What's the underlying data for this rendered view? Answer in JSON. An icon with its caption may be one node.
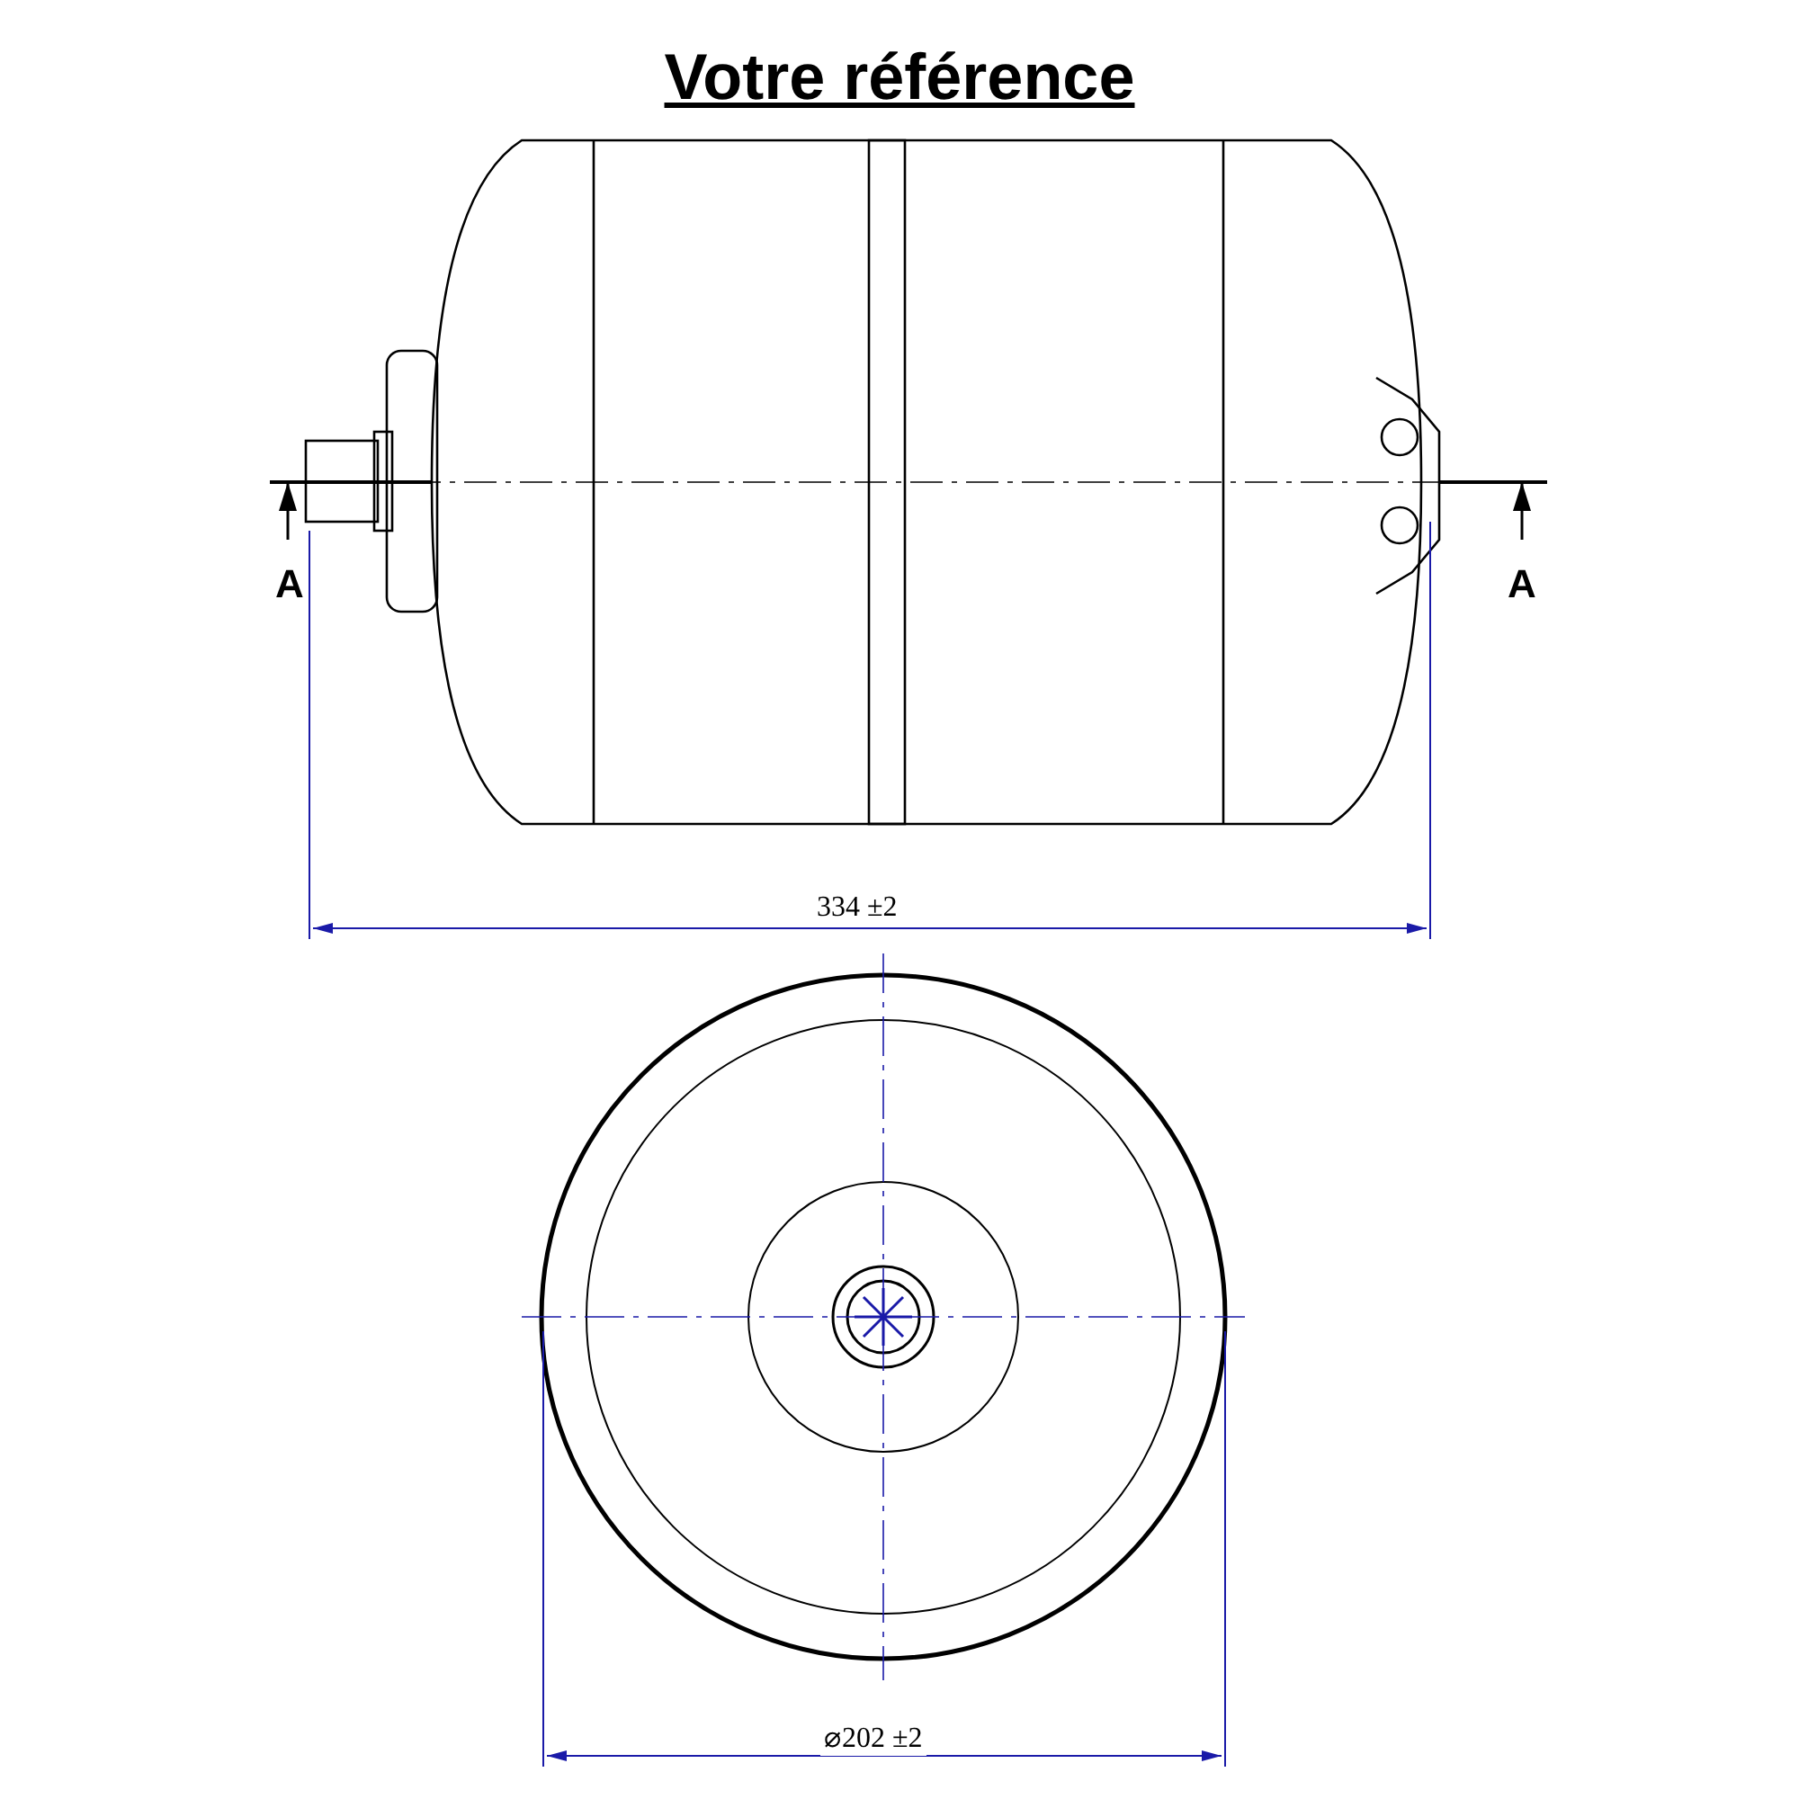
{
  "diagram": {
    "title": "Votre référence",
    "labels": [
      "A",
      "A",
      "334 ±2",
      "⌀202 ±2"
    ]
  }
}
